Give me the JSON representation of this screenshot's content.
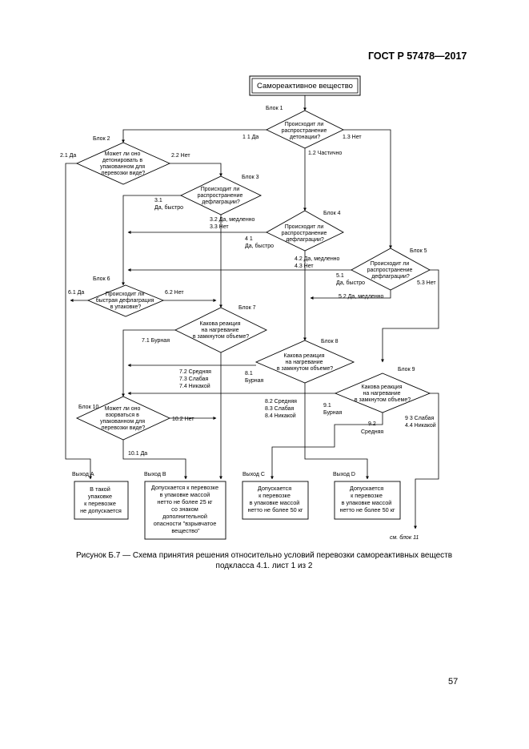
{
  "header": {
    "standard": "ГОСТ Р 57478—2017"
  },
  "caption": {
    "line1": "Рисунок Б.7 — Схема принятия решения относительно условий перевозки самореактивных веществ",
    "line2": "подкласса 4.1. лист 1 из 2"
  },
  "page_number": "57",
  "start": {
    "label": "Самореактивное вещество"
  },
  "blocks": {
    "b1": {
      "name": "Блок 1",
      "lines": [
        "Происходит ли",
        "распространение",
        "детонации?"
      ]
    },
    "b2": {
      "name": "Блок 2",
      "lines": [
        "Может ли оно",
        "детонировать в",
        "упакованном для",
        "перевозки виде?"
      ]
    },
    "b3": {
      "name": "Блок 3",
      "lines": [
        "Происходит ли",
        "распространение",
        "дефлаграции?"
      ]
    },
    "b4": {
      "name": "Блок 4",
      "lines": [
        "Происходит ли",
        "распространение",
        "дефлаграции?"
      ]
    },
    "b5": {
      "name": "Блок 5",
      "lines": [
        "Происходит ли",
        "распространение",
        "дефлаграции?"
      ]
    },
    "b6": {
      "name": "Блок 6",
      "lines": [
        "Происходит ли",
        "быстрая дефлаграция",
        "в упаковке?"
      ]
    },
    "b7": {
      "name": "Блок 7",
      "lines": [
        "Какова реакция",
        "на нагревание",
        "в замкнутом объеме?"
      ]
    },
    "b8": {
      "name": "Блок 8",
      "lines": [
        "Какова реакция",
        "на нагревание",
        "в замкнутом объеме?"
      ]
    },
    "b9": {
      "name": "Блок 9",
      "lines": [
        "Какова реакция",
        "на нагревание",
        "в замкнутом объеме?"
      ]
    },
    "b10": {
      "name": "Блок 10",
      "lines": [
        "Может ли оно",
        "взорваться в",
        "упакованном для",
        "перевозки виде?"
      ]
    }
  },
  "edge_labels": {
    "l11": "1 1 Да",
    "l13": "1.3 Нет",
    "l12": "1.2 Частично",
    "l21": "2.1 Да",
    "l22": "2.2 Нет",
    "l31a": "3.1",
    "l31b": "Да, быстро",
    "l32": "3.2 Да, медленно",
    "l33": "3.3  Нет",
    "l41a": "4 1",
    "l41b": "Да, быстро",
    "l42": "4.2  Да, медленно",
    "l43": "4.3  Нет",
    "l51a": "5.1",
    "l51b": "Да, быстро",
    "l52": "5 2 Да, медленно",
    "l53": "5.3 Нет",
    "l61": "6.1 Да",
    "l62": "6.2 Нет",
    "l71": "7.1 Бурная",
    "l72": "7.2 Средняя",
    "l73": "7.3 Слабая",
    "l74": "7.4 Никакой",
    "l81a": "8.1",
    "l81b": "Бурная",
    "l82": "8.2 Средняя",
    "l83": "8.3  Слабая",
    "l84": "8.4 Никакой",
    "l91a": "9.1",
    "l91b": "Бурная",
    "l92a": "9.2",
    "l92b": "Средняя",
    "l93": "9 3 Слабая",
    "l94": "4.4 Никакой",
    "l101": "10.1 Да",
    "l102": "10.2 Нет"
  },
  "exits": {
    "a": {
      "name": "Выход А",
      "lines": [
        "В такой",
        "упаковке",
        "к перевозке",
        "не допускается"
      ]
    },
    "b": {
      "name": "Выход В",
      "lines": [
        "Допускается к перевозке",
        "в упаковке массой",
        "нетто не более 25 кг",
        "со знаком",
        "дополнительной",
        "опасности \"взрывчатое",
        "вещество\""
      ]
    },
    "c": {
      "name": "Выход С",
      "lines": [
        "Допускается",
        "к перевозке",
        "в упаковке массой",
        "нетто не более 50 кг"
      ]
    },
    "d": {
      "name": "Выход D",
      "lines": [
        "Допускается",
        "к перевозке",
        "в упаковке массой",
        "нетто не более 50 кг"
      ]
    }
  },
  "continuation": "см. блок 11"
}
